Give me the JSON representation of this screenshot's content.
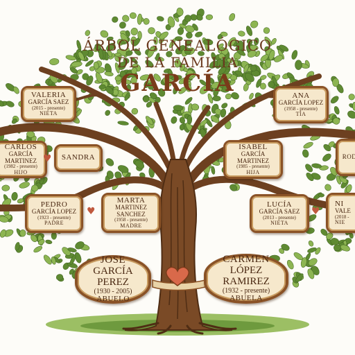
{
  "title": {
    "line1": "ÁRBOL GENEALÓGICO",
    "line2": "DE LA FAMILIA",
    "line3": "GARCÍA"
  },
  "members": {
    "valeria": {
      "first": "VALERIA",
      "last": "GARCÍA SAEZ",
      "years": "(2015 - presente)",
      "relation": "NIETA"
    },
    "carlos": {
      "first": "CARLOS",
      "last": "GARCÍA MARTINEZ",
      "years": "(1982 - presente)",
      "relation": "HIJO"
    },
    "sandra": {
      "first": "SANDRA"
    },
    "pedro": {
      "first": "PEDRO",
      "last": "GARCÍA LOPEZ",
      "years": "(1923 - presente)",
      "relation": "PADRE"
    },
    "marta": {
      "first": "MARTA",
      "last": "MARTINEZ SANCHEZ",
      "years": "(1958 - presente)",
      "relation": "MADRE"
    },
    "jose": {
      "first": "JOSE",
      "last": "GARCÍA PEREZ",
      "years": "(1930 - 2005)",
      "relation": "ABUELO"
    },
    "carmen": {
      "first": "CARMEN",
      "last": "LÓPEZ RAMIREZ",
      "years": "(1932 - presente)",
      "relation": "ABUELA"
    },
    "ana": {
      "first": "ANA",
      "last": "GARCÍA LOPEZ",
      "years": "(1958 - presente)",
      "relation": "TÍA"
    },
    "isabel": {
      "first": "ISABEL",
      "last": "GARCÍA MARTINEZ",
      "years": "(1985 - presente)",
      "relation": "HIJA"
    },
    "lucia": {
      "first": "LUCÍA",
      "last": "GARCÍA SAEZ",
      "years": "(2013 - presente)",
      "relation": "NIETA"
    },
    "rod": {
      "first": "ROD"
    },
    "ni": {
      "first": "NI",
      "last": "VALE",
      "years": "(2018 -",
      "relation": "NIE"
    }
  },
  "colors": {
    "bark": "#7a4a26",
    "bark_dark": "#4f2d14",
    "leaf": "#5f8a32",
    "leaf_light": "#8db552",
    "plaque": "#f6e8cc",
    "frame": "#8a5226",
    "heart": "#c0593e"
  },
  "icons": {
    "heart": "heart-icon",
    "center_heart": "center-heart-icon"
  }
}
